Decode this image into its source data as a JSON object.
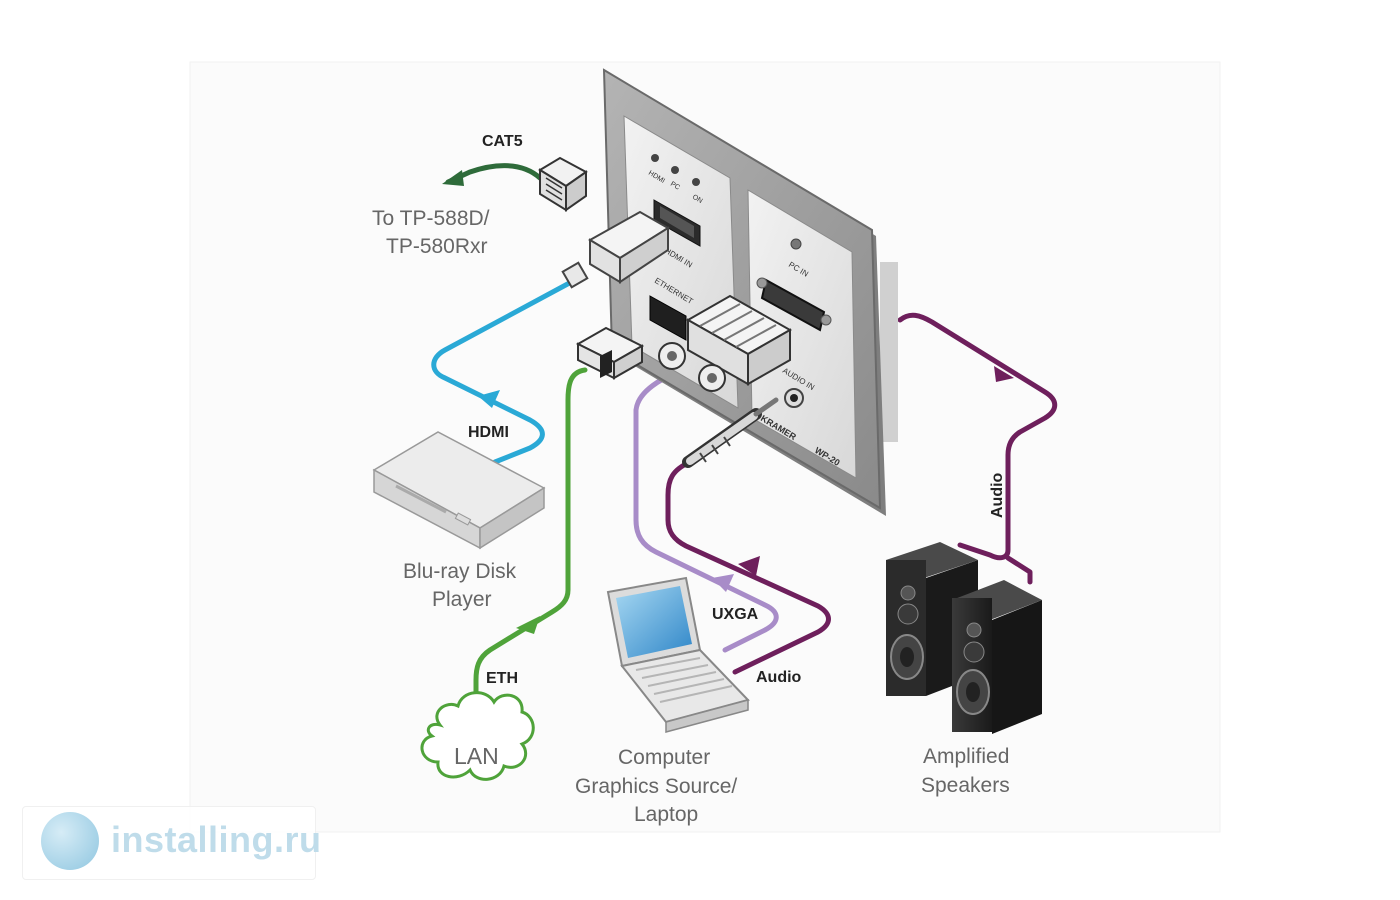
{
  "labels": {
    "cat5": "CAT5",
    "to_tp_line1": "To TP-588D/",
    "to_tp_line2": "TP-580Rxr",
    "hdmi": "HDMI",
    "bluray_line1": "Blu-ray Disk",
    "bluray_line2": "Player",
    "eth": "ETH",
    "lan": "LAN",
    "uxga": "UXGA",
    "audio_laptop": "Audio",
    "computer_line1": "Computer",
    "computer_line2": "Graphics Source/",
    "computer_line3": "Laptop",
    "audio_speakers": "Audio",
    "speakers_line1": "Amplified",
    "speakers_line2": "Speakers"
  },
  "panel": {
    "led_hdmi": "HDMI",
    "led_pc": "PC",
    "led_on": "ON",
    "hdmi_in": "HDMI IN",
    "ethernet": "ETHERNET",
    "pc_in": "PC IN",
    "audio_in": "AUDIO IN",
    "brand": "KRAMER",
    "model": "WP-20"
  },
  "watermark": {
    "text": "installing.ru"
  },
  "colors": {
    "cat5_cable": "#2e6b3a",
    "hdmi_cable": "#2aa9d6",
    "eth_cable": "#4fa33a",
    "uxga_cable": "#a88cc8",
    "audio_cable": "#6e1f5c",
    "panel_plate": "#9a9a9a",
    "panel_face": "#e6e6e6",
    "watermark": "#bfdcea"
  }
}
